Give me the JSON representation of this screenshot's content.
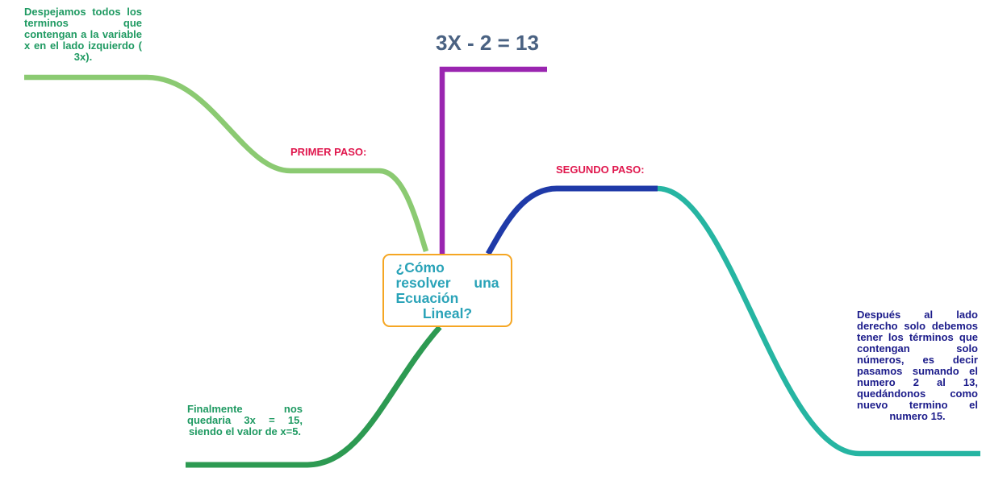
{
  "center_topic": "¿Cómo resolver una Ecuación Lineal?",
  "equation": "3X - 2 = 13",
  "labels": {
    "primer_paso": "PRIMER PASO:",
    "segundo_paso": "SEGUNDO PASO:"
  },
  "nodes": {
    "step1_text": "Despejamos todos los terminos que contengan a la variable x en el lado izquierdo ( 3x).",
    "step2_text": "Después al lado derecho solo debemos tener los términos que contengan solo números, es decir pasamos sumando el numero 2 al 13, quedándonos como nuevo termino el numero 15.",
    "final_text": "Finalmente nos quedaria 3x = 15, siendo el valor de x=5."
  },
  "colors": {
    "step1_branch": "#8bca72",
    "equation_branch": "#9a25b0",
    "step2_branch_dark": "#1f3aa8",
    "step2_branch_teal": "#26b5a2",
    "final_branch": "#2d9a52",
    "label_red": "#e0184e",
    "step1_text": "#1f9a62",
    "step2_text": "#1b1b8a",
    "final_text": "#1f9a62",
    "center_border": "#f5a623",
    "center_text": "#2aa3b8",
    "equation_text": "#4a6282"
  }
}
